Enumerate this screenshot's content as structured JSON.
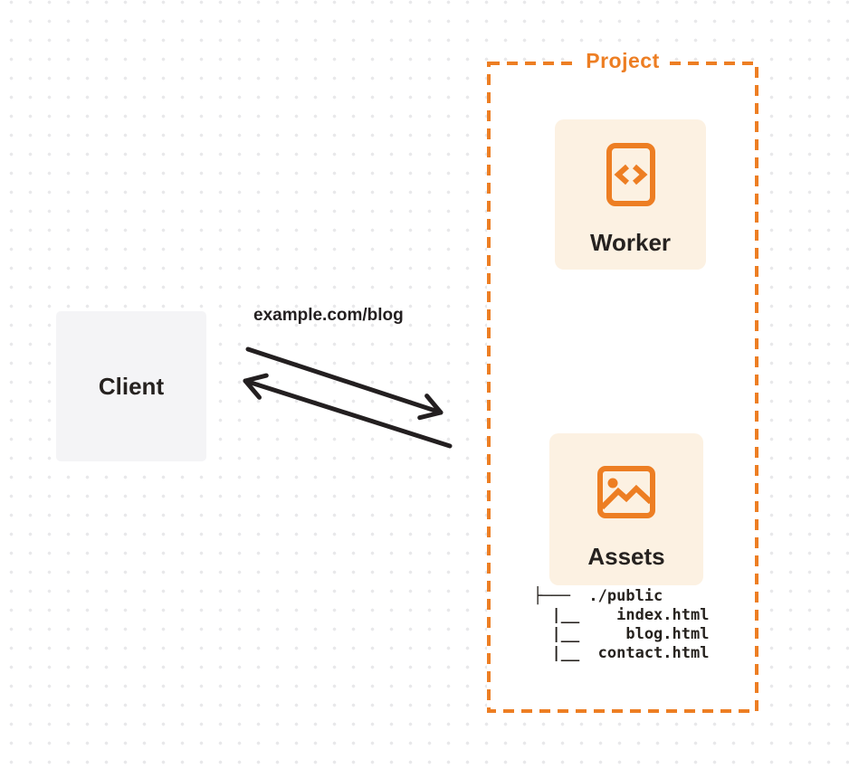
{
  "colors": {
    "accent_orange": "#ed7e23",
    "card_background": "#fcf1e2",
    "client_background": "#f4f4f6",
    "arrow_color": "#231f20",
    "text_dark": "#262220",
    "dot_grid": "#e8e8ea"
  },
  "client": {
    "label": "Client"
  },
  "request": {
    "label": "example.com/blog"
  },
  "project": {
    "label": "Project",
    "worker": {
      "label": "Worker",
      "icon": "code-file-icon"
    },
    "assets": {
      "label": "Assets",
      "icon": "image-icon"
    },
    "file_tree": {
      "root": "./public",
      "files": [
        "index.html",
        "blog.html",
        "contact.html"
      ],
      "text": "├───  ./public\n  |__    index.html\n  |__     blog.html\n  |__  contact.html"
    }
  }
}
